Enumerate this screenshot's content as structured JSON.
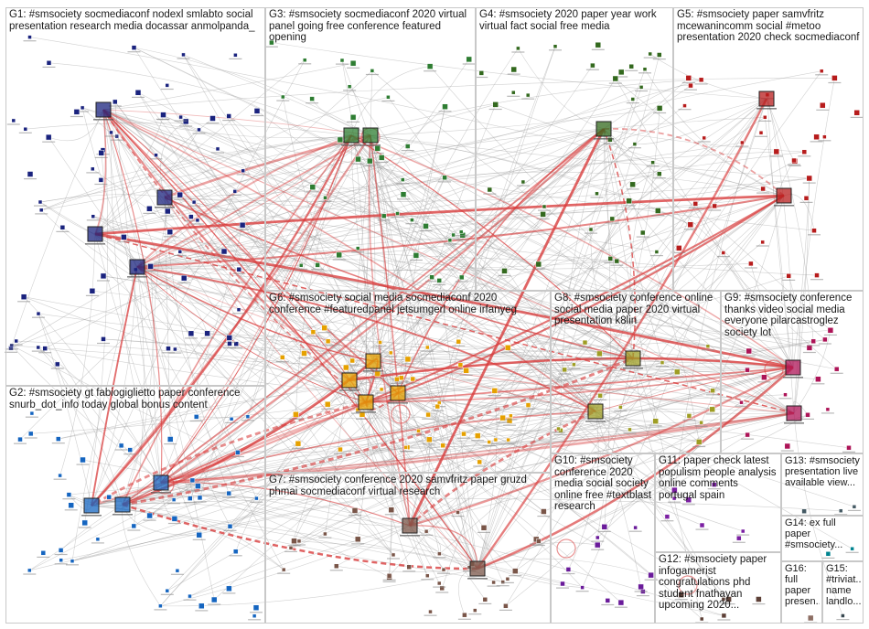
{
  "title": "",
  "groups": [
    {
      "id": "G1",
      "label": "G1: #smsociety socmediaconf nodexl smlabto social presentation research media docassar anmolpanda_"
    },
    {
      "id": "G2",
      "label": "G2: #smsociety gt fabiogiglietto paper conference snurb_dot_info today global bonus content"
    },
    {
      "id": "G3",
      "label": "G3: #smsociety socmediaconf 2020 virtual panel going free conference featured opening"
    },
    {
      "id": "G4",
      "label": "G4: #smsociety 2020 paper year work virtual fact social free media"
    },
    {
      "id": "G5",
      "label": "G5: #smsociety paper samvfritz mcewanincomm social #metoo presentation 2020 check socmediaconf"
    },
    {
      "id": "G6",
      "label": "G6: #smsociety social media socmediaconf 2020 conference #featuredpanel jetsumgerl online irfanyeg"
    },
    {
      "id": "G7",
      "label": "G7: #smsociety conference 2020 samvfritz paper gruzd phmai socmediaconf virtual research"
    },
    {
      "id": "G8",
      "label": "G8: #smsociety conference online social media paper 2020 virtual presentation k8lin"
    },
    {
      "id": "G9",
      "label": "G9: #smsociety conference thanks video social media everyone pilarcastroglez society lot"
    },
    {
      "id": "G10",
      "label": "G10: #smsociety conference 2020 media social society online free #textblast research"
    },
    {
      "id": "G11",
      "label": "G11: paper check latest populism people analysis online comments portugal spain"
    },
    {
      "id": "G12",
      "label": "G12: #smsociety paper infogamerist congratulations phd student fnathayan upcoming 2020..."
    },
    {
      "id": "G13",
      "label": "G13: #smsociety presentation live available view..."
    },
    {
      "id": "G14",
      "label": "G14: ex full paper #smsociety..."
    },
    {
      "id": "G15",
      "label": "G15: #triviat... name landlo..."
    },
    {
      "id": "G16",
      "label": "G16: full paper presen..."
    }
  ],
  "colors": {
    "edge_gray": "#9a9a9a",
    "edge_red": "#d83a3a",
    "border": "#c8c8c8",
    "G1": "#1a237e",
    "G2": "#1565c0",
    "G3": "#2e7d32",
    "G4": "#33691e",
    "G5": "#b71c1c",
    "G6": "#e6a100",
    "G7": "#795548",
    "G8": "#9e9d24",
    "G9": "#ad1457",
    "G10": "#6a1b9a",
    "G11": "#7b1fa2",
    "G12": "#5d4037",
    "G13": "#455a64",
    "G14": "#00838f",
    "G15": "#37474f",
    "G16": "#8d6e63"
  }
}
